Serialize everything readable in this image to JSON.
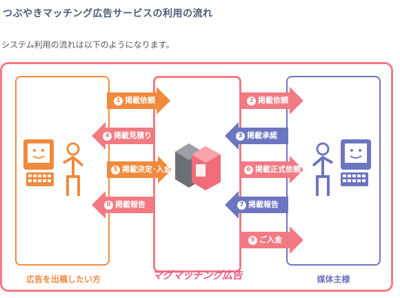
{
  "page": {
    "title": "つぶやきマッチング広告サービスの利用の流れ",
    "subtitle": "システム利用の流れは以下のようになります。"
  },
  "diagram": {
    "left_party": "広告を出稿したい方",
    "right_party": "媒体主様",
    "center_brand": "マグマッチング広告",
    "colors": {
      "orange": "#f08a3c",
      "pink": "#f27a83",
      "blue": "#6c75c0",
      "title": "#4a5a78"
    },
    "steps": [
      {
        "num": "1",
        "label": "掲載依頼"
      },
      {
        "num": "2",
        "label": "掲載依頼"
      },
      {
        "num": "3",
        "label": "掲載承諾"
      },
      {
        "num": "4",
        "label": "掲載見積り"
      },
      {
        "num": "5",
        "label": "掲載決定･入金"
      },
      {
        "num": "6",
        "label": "掲載正式依頼"
      },
      {
        "num": "7",
        "label": "掲載報告"
      },
      {
        "num": "8",
        "label": "掲載報告"
      },
      {
        "num": "9",
        "label": "ご入金"
      }
    ],
    "icons": [
      "computer-icon",
      "person-icon",
      "logo-icon"
    ]
  }
}
